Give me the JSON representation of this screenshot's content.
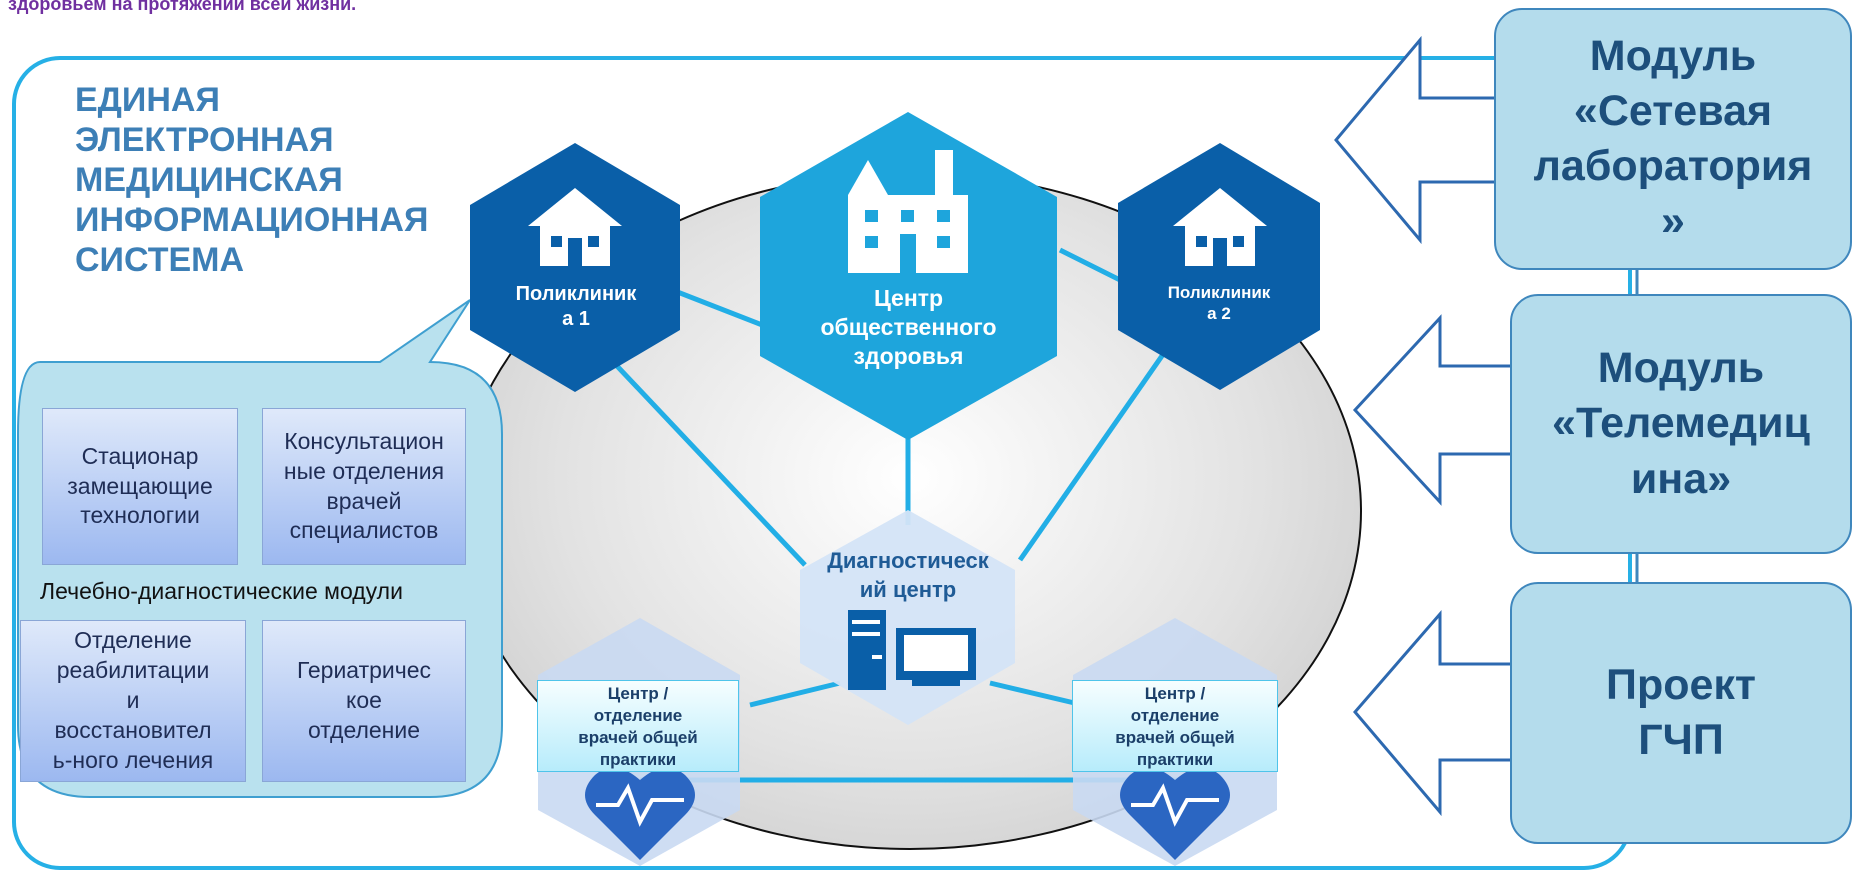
{
  "header": {
    "text": "здоровьем на протяжении всей жизни."
  },
  "system": {
    "title": [
      "ЕДИНАЯ",
      "ЭЛЕКТРОННАЯ",
      "МЕДИЦИНСКАЯ",
      "ИНФОРМАЦИОННАЯ",
      "СИСТЕМА"
    ]
  },
  "nodes": {
    "polyclinic_1": [
      "Поликлиник",
      "а 1"
    ],
    "polyclinic_2": [
      "Поликлиник",
      "а 2"
    ],
    "public_health": [
      "Центр",
      "общественного",
      "здоровья"
    ],
    "diagnostic": [
      "Диагностическ",
      "ий центр"
    ],
    "gp_left": [
      "Центр /",
      "отделение",
      "врачей общей",
      "практики"
    ],
    "gp_right": [
      "Центр /",
      "отделение",
      "врачей общей",
      "практики"
    ]
  },
  "bubble": {
    "modules_label": "Лечебно-диагностические  модули",
    "boxes": [
      [
        "Стационар",
        "замещающие",
        "технологии"
      ],
      [
        "Консультацион",
        "ные отделения",
        "врачей",
        "специалистов"
      ],
      [
        "Отделение",
        "реабилитации",
        "и",
        "восстановител",
        "ь-ного лечения"
      ],
      [
        "Гериатричес",
        "кое",
        "отделение"
      ]
    ]
  },
  "modules": [
    [
      "Модуль",
      "«Сетевая",
      "лаборатория",
      "»"
    ],
    [
      "Модуль",
      "«Телемедиц",
      "ина»"
    ],
    [
      "Проект",
      "ГЧП"
    ]
  ],
  "colors": {
    "frame": "#26b0e6",
    "hex_dark": "#0a5fa8",
    "hex_light": "#1ea5dc",
    "module_fill": "#b4dcec",
    "purple_text": "#7030a0"
  },
  "icons": [
    "house-icon",
    "factory-icon",
    "computer-icon",
    "heart-pulse-icon",
    "arrow-left-icon"
  ]
}
